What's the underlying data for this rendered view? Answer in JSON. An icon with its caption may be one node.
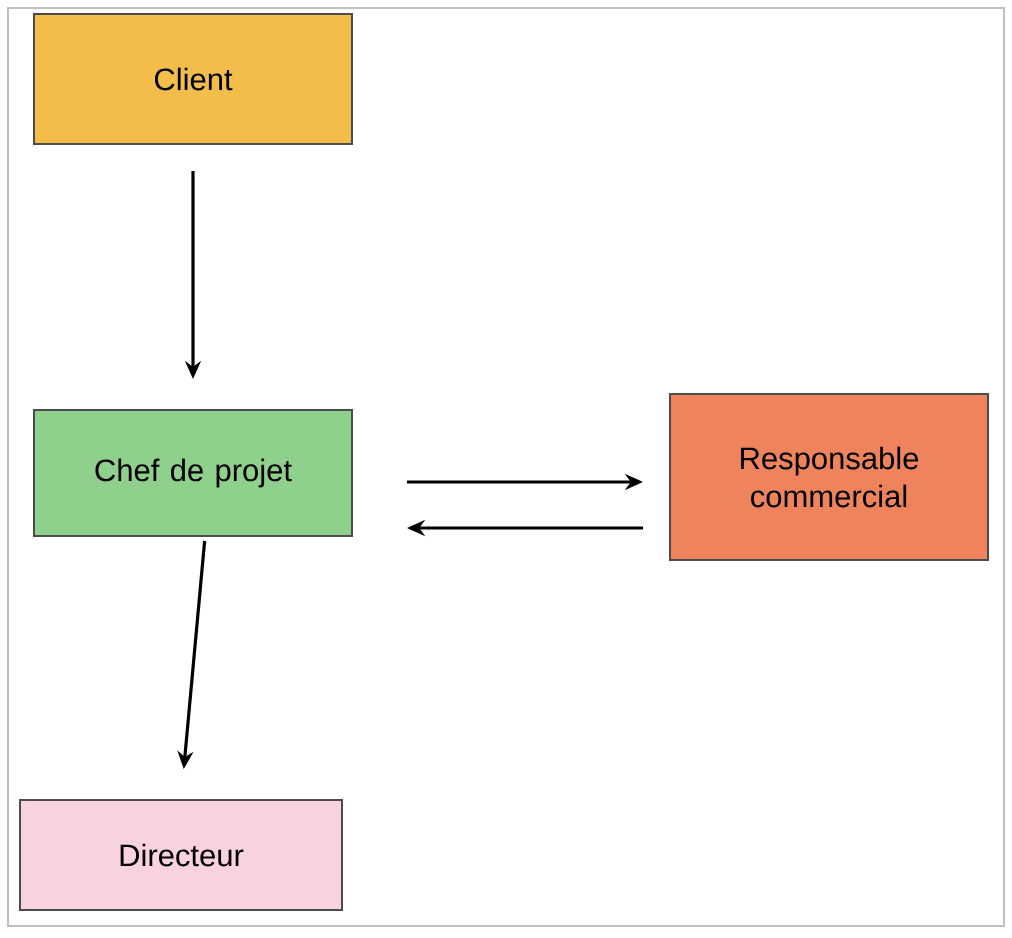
{
  "diagram": {
    "nodes": [
      {
        "text": [
          "Client"
        ]
      },
      {
        "text": [
          "Chef de projet"
        ]
      },
      {
        "text": [
          "Responsable commercial"
        ]
      },
      {
        "text": [
          "Directeur"
        ]
      }
    ],
    "edges": [
      {
        "from": 0,
        "to": 1,
        "arrow": "to"
      },
      {
        "from": 1,
        "to": 2,
        "arrow": "to"
      },
      {
        "from": 2,
        "to": 1,
        "arrow": "to"
      },
      {
        "from": 1,
        "to": 3,
        "arrow": "to"
      }
    ]
  }
}
